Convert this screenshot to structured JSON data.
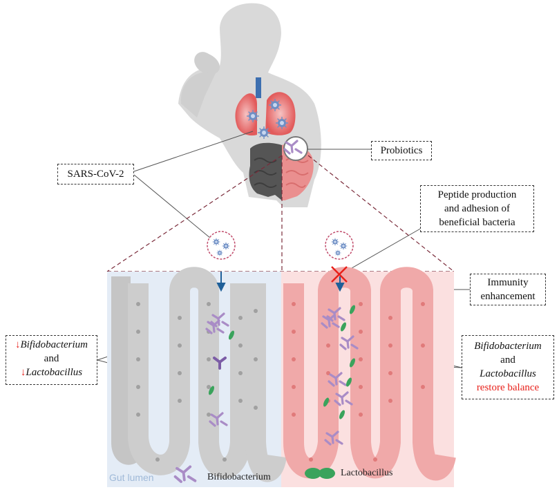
{
  "labels": {
    "sars_cov_2": "SARS-CoV-2",
    "probiotics": "Probiotics",
    "peptide_line1": "Peptide production",
    "peptide_line2": "and adhesion of",
    "peptide_line3": "beneficial bacteria",
    "immunity_line1": "Immunity",
    "immunity_line2": "enhancement",
    "left_bifido": "Bifidobacterium",
    "left_and": "and",
    "left_lacto": "Lactobacillus",
    "down_arrow": "↓",
    "right_bifido": "Bifidobacterium",
    "right_and": "and",
    "right_lacto": "Lactobacillus",
    "right_restore": "restore balance",
    "gut_lumen": "Gut lumen",
    "legend_bifido": "Bifidobacterium",
    "legend_lacto": "Lactobacillus"
  },
  "colors": {
    "left_panel_bg": "#e4ecf6",
    "right_panel_bg": "#fbe0e0",
    "bifido": "#a98cc6",
    "lacto": "#3aa35c",
    "virus": "#6f8fc4",
    "cross": "#e8201a",
    "arrow": "#1e5f99",
    "dashed_line": "#7a2b3a"
  }
}
